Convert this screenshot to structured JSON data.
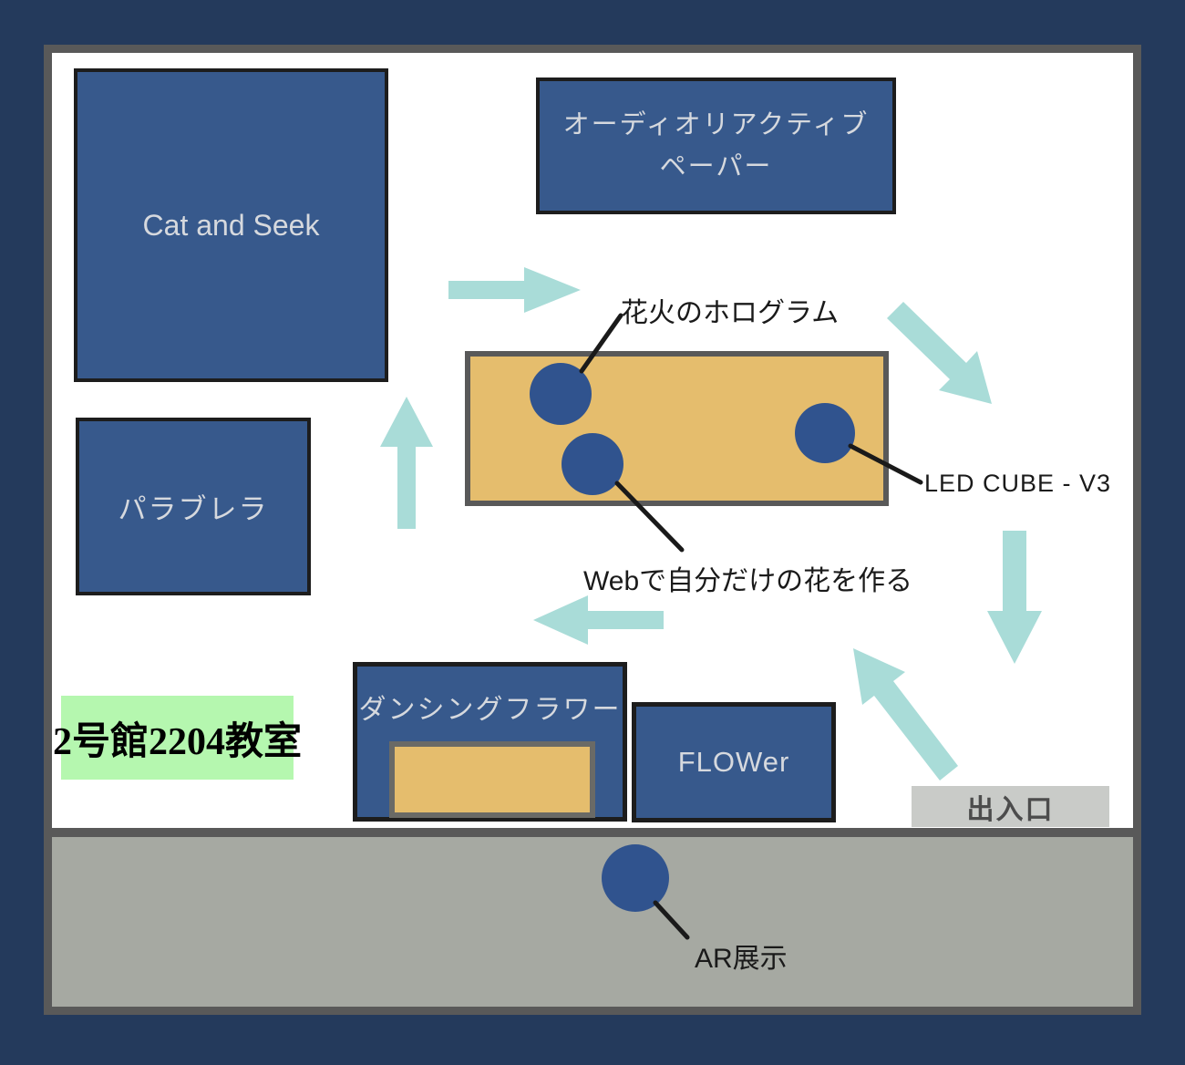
{
  "map_title": "exhibition-floor-map",
  "room_tag": {
    "label": "2号館2204教室"
  },
  "exit": {
    "label": "出入口"
  },
  "booths": {
    "cat_and_seek": {
      "label": "Cat and Seek"
    },
    "audio_reactive_paper": {
      "line1": "オーディオリアクティブ",
      "line2": "ペーパー"
    },
    "parabrella": {
      "label": "パラブレラ"
    },
    "dancing_flower": {
      "label": "ダンシングフラワー"
    },
    "flower": {
      "label": "FLOWer"
    }
  },
  "exhibits": {
    "fireworks_hologram": {
      "label": "花火のホログラム"
    },
    "web_flower": {
      "label": "Webで自分だけの花を作る"
    },
    "led_cube": {
      "label": "LED CUBE - V3"
    },
    "ar_exhibit": {
      "label": "AR展示"
    }
  },
  "flow_arrows": [
    "right",
    "up",
    "down-right",
    "down",
    "up-left",
    "left"
  ],
  "colors": {
    "navy_background": "#243a5c",
    "booth_blue": "#37598c",
    "booth_text": "#d6d9de",
    "booth_border": "#1d1d1d",
    "table_tan": "#e5bd6d",
    "arrow_teal": "#a9dcd8",
    "corridor_gray": "#a6a9a2",
    "border_gray": "#595959",
    "room_white": "#ffffff",
    "name_tag_green": "#b5f7af",
    "exit_gray": "#c9cbc8",
    "exit_text": "#4c4c4c",
    "label_black": "#1a1a1a"
  }
}
